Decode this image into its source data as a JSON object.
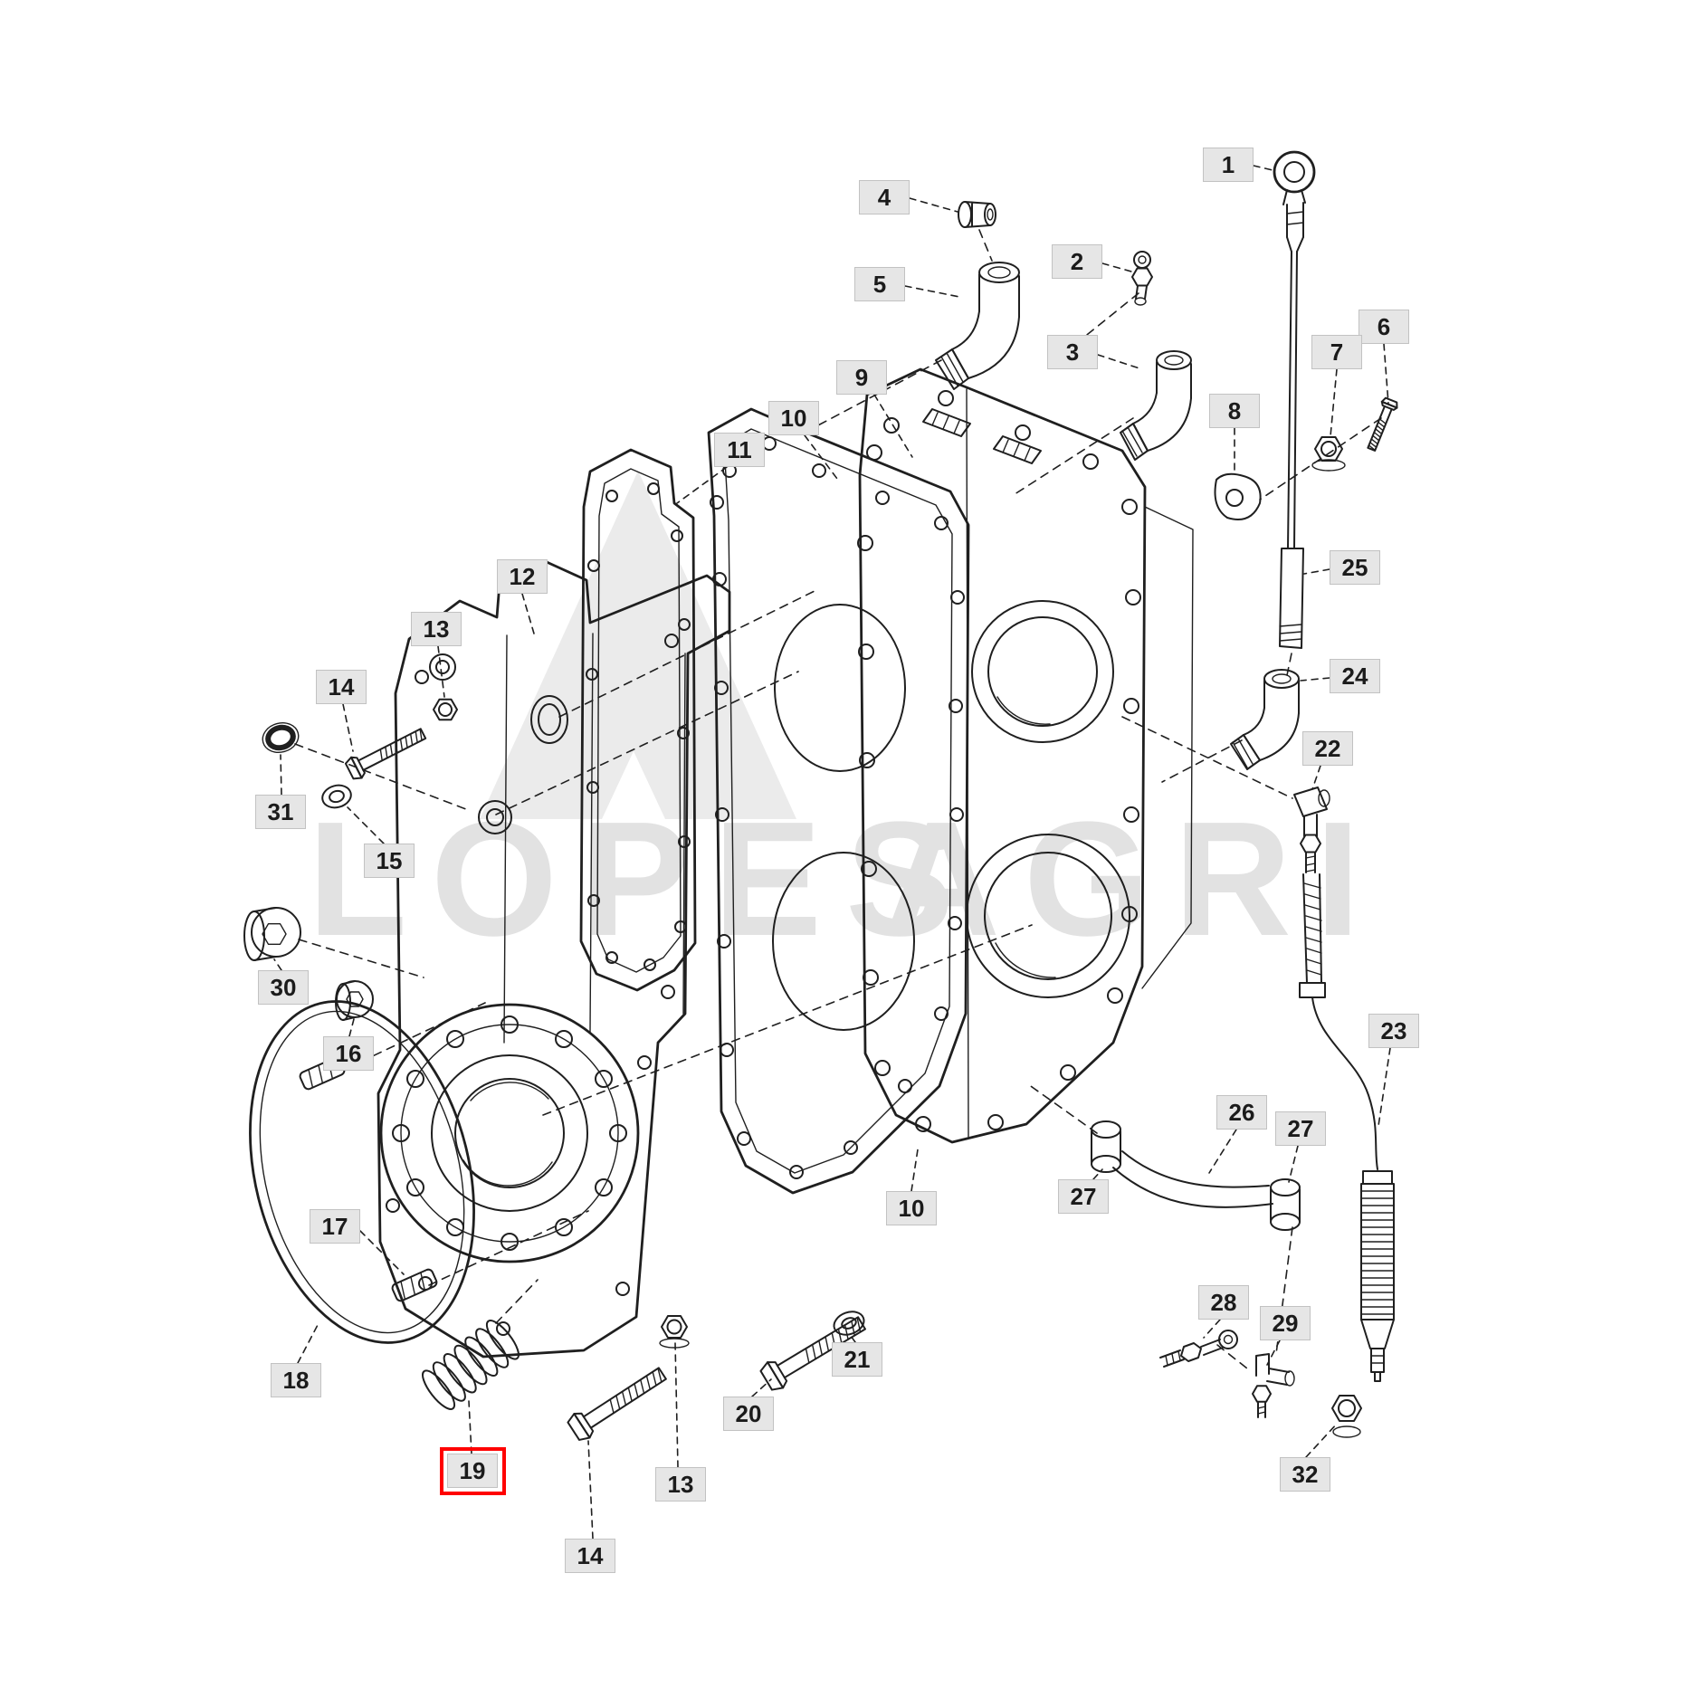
{
  "diagram": {
    "watermark_left": "LOPES",
    "watermark_right": "AGRI",
    "highlighted_part": "19",
    "colors": {
      "line": "#1f1f1f",
      "label_bg": "#e6e6e6",
      "label_border": "#c2c2c2",
      "highlight": "#ff0000",
      "watermark": "#e2e2e2",
      "background": "#ffffff"
    },
    "labels": [
      {
        "text": "1"
      },
      {
        "text": "2"
      },
      {
        "text": "3"
      },
      {
        "text": "4"
      },
      {
        "text": "5"
      },
      {
        "text": "6"
      },
      {
        "text": "7"
      },
      {
        "text": "8"
      },
      {
        "text": "9"
      },
      {
        "text": "10"
      },
      {
        "text": "11"
      },
      {
        "text": "12"
      },
      {
        "text": "13"
      },
      {
        "text": "14"
      },
      {
        "text": "15"
      },
      {
        "text": "16"
      },
      {
        "text": "17"
      },
      {
        "text": "18"
      },
      {
        "text": "19",
        "highlighted": true
      },
      {
        "text": "20"
      },
      {
        "text": "21"
      },
      {
        "text": "22"
      },
      {
        "text": "23"
      },
      {
        "text": "24"
      },
      {
        "text": "25"
      },
      {
        "text": "26"
      },
      {
        "text": "27"
      },
      {
        "text": "27"
      },
      {
        "text": "10"
      },
      {
        "text": "28"
      },
      {
        "text": "29"
      },
      {
        "text": "30"
      },
      {
        "text": "31"
      },
      {
        "text": "32"
      },
      {
        "text": "13"
      },
      {
        "text": "14"
      }
    ]
  }
}
